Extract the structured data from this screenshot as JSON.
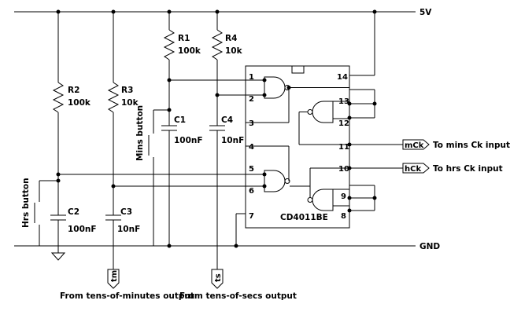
{
  "rails": {
    "top": "5V",
    "bottom": "GND"
  },
  "resistors": [
    {
      "ref": "R1",
      "value": "100k"
    },
    {
      "ref": "R2",
      "value": "100k"
    },
    {
      "ref": "R3",
      "value": "10k"
    },
    {
      "ref": "R4",
      "value": "10k"
    }
  ],
  "capacitors": [
    {
      "ref": "C1",
      "value": "100nF"
    },
    {
      "ref": "C2",
      "value": "100nF"
    },
    {
      "ref": "C3",
      "value": "10nF"
    },
    {
      "ref": "C4",
      "value": "10nF"
    }
  ],
  "buttons": {
    "mins": "Mins button",
    "hrs": "Hrs button"
  },
  "ic": {
    "name": "CD4011BE",
    "pins": [
      "1",
      "2",
      "3",
      "4",
      "5",
      "6",
      "7",
      "8",
      "9",
      "10",
      "11",
      "12",
      "13",
      "14"
    ]
  },
  "ports": {
    "mck": {
      "tag": "mCk",
      "text": "To mins Ck input"
    },
    "hck": {
      "tag": "hCk",
      "text": "To hrs Ck input"
    },
    "tm": {
      "tag": "tm",
      "text": "From tens-of-minutes output"
    },
    "ts": {
      "tag": "ts",
      "text": "From tens-of-secs output"
    }
  }
}
